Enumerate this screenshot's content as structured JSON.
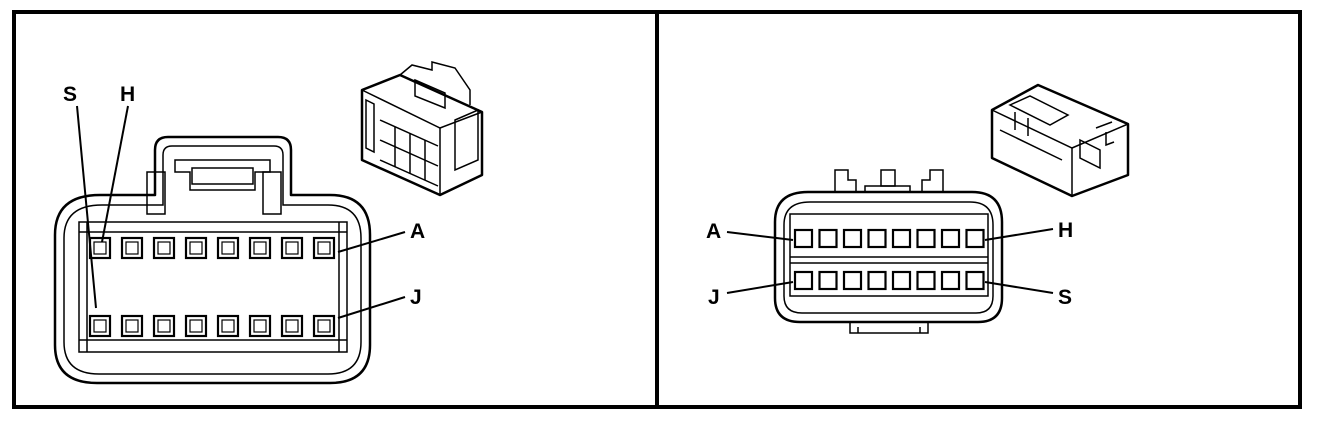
{
  "left_view": {
    "labels": {
      "top_left": "S",
      "top_right": "H",
      "upper_right": "A",
      "lower_right": "J"
    }
  },
  "right_view": {
    "labels": {
      "upper_left": "A",
      "lower_left": "J",
      "upper_right": "H",
      "lower_right": "S"
    }
  },
  "colors": {
    "line": "#000000",
    "background": "#ffffff"
  },
  "pins_per_row": 8
}
